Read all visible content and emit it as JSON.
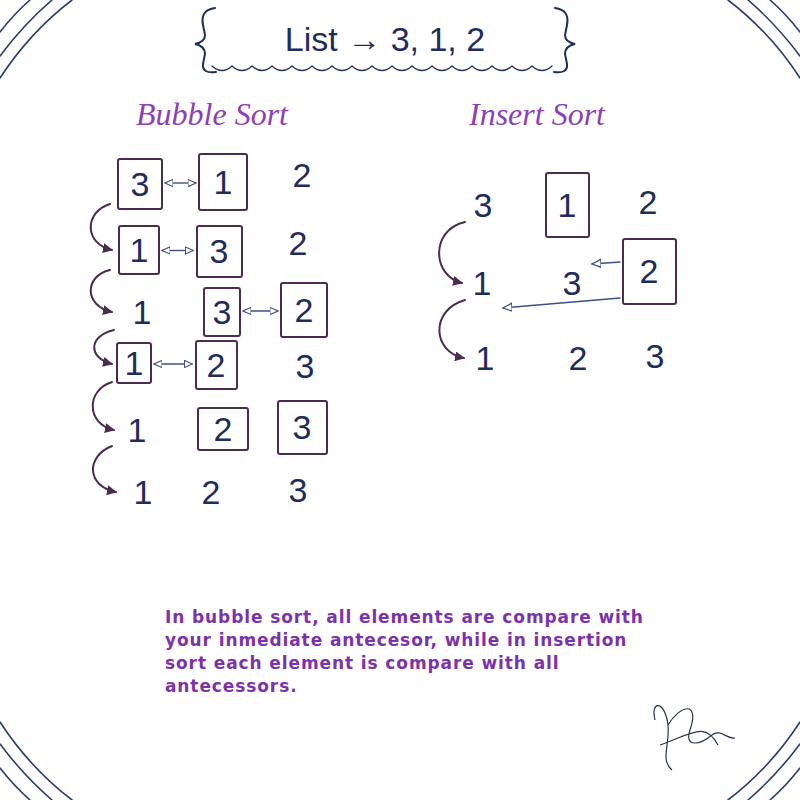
{
  "diagram": {
    "title": "List → 3, 1, 2",
    "caption": "In bubble sort, all elements are compare with your inmediate antecesor, while in insertion sort each element is compare with all antecessors.",
    "nodes": [
      {
        "text": [
          "3"
        ]
      },
      {
        "text": [
          "1"
        ]
      },
      {
        "text": [
          "1"
        ]
      },
      {
        "text": [
          "3"
        ]
      },
      {
        "text": [
          "3"
        ]
      },
      {
        "text": [
          "2"
        ]
      },
      {
        "text": [
          "1"
        ]
      },
      {
        "text": [
          "2"
        ]
      },
      {
        "text": [
          "2"
        ]
      },
      {
        "text": [
          "3"
        ]
      },
      {
        "text": [
          "1"
        ]
      },
      {
        "text": [
          "2"
        ]
      }
    ],
    "edges": [
      {
        "from": 0,
        "to": 1,
        "arrow": "both"
      },
      {
        "from": 2,
        "to": 3,
        "arrow": "both"
      },
      {
        "from": 4,
        "to": 5,
        "arrow": "both"
      },
      {
        "from": 6,
        "to": 7,
        "arrow": "both"
      }
    ],
    "labels": [
      "Bubble Sort",
      "Insert Sort",
      "2",
      "2",
      "1",
      "3",
      "1",
      "1",
      "2",
      "3",
      "3",
      "2",
      "1",
      "3",
      "1",
      "2",
      "3"
    ]
  }
}
